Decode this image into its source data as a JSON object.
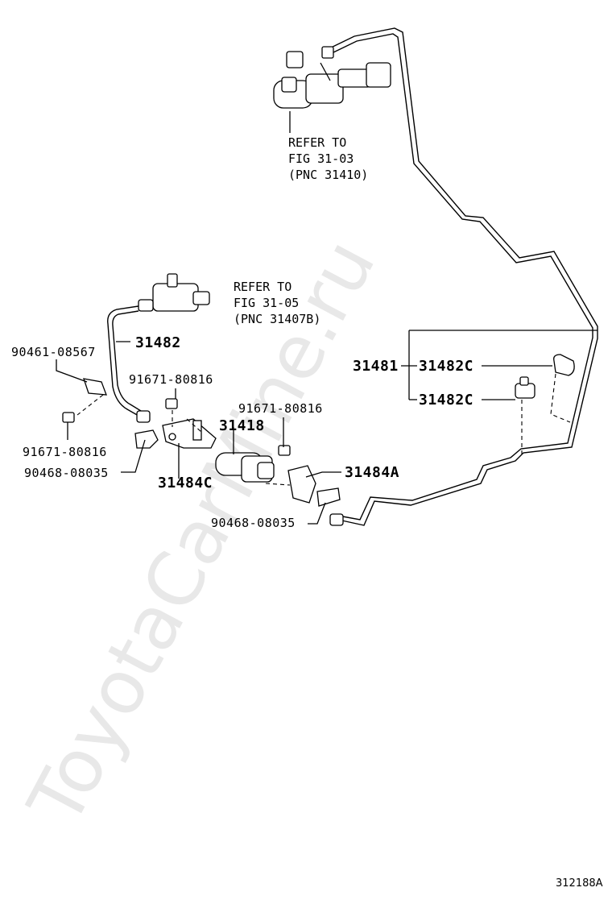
{
  "watermark": "ToyotaCarMine.ru",
  "figure_id": "312188A",
  "refs": {
    "ref_master": [
      "REFER TO",
      "FIG 31-03",
      "(PNC 31410)"
    ],
    "ref_tee": [
      "REFER TO",
      "FIG 31-05",
      "(PNC 31407B)"
    ]
  },
  "labels": {
    "p31482": "31482",
    "p90461": "90461-08567",
    "p91671a": "91671-80816",
    "p91671b": "91671-80816",
    "p91671c": "91671-80816",
    "p90468a": "90468-08035",
    "p90468b": "90468-08035",
    "p31484c": "31484C",
    "p31418": "31418",
    "p31484a": "31484A",
    "p31481": "31481",
    "p31482c_top": "31482C",
    "p31482c_bot": "31482C"
  }
}
